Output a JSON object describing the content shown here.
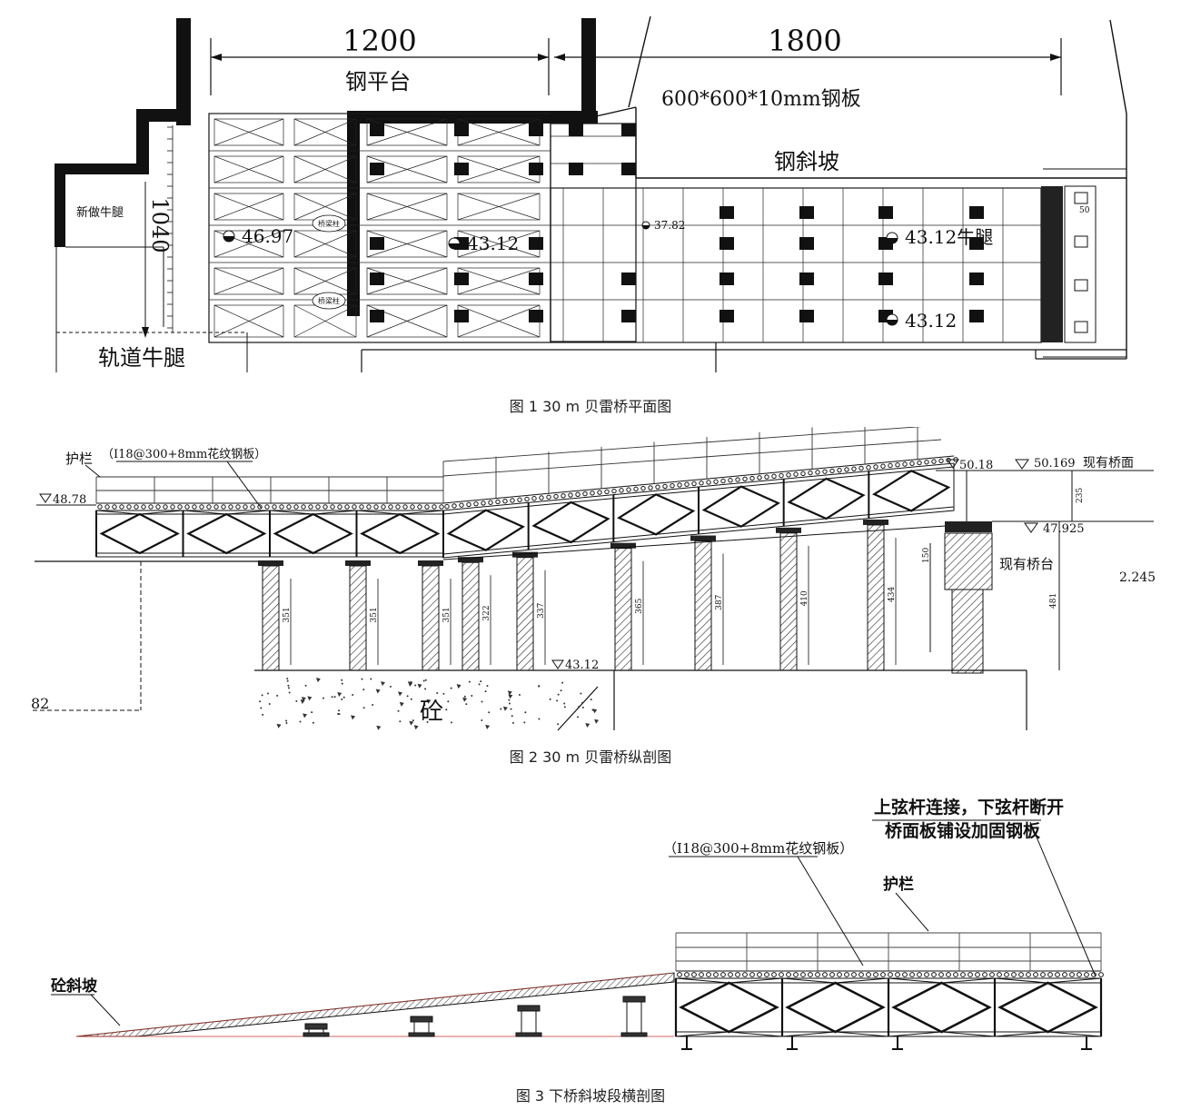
{
  "fig1": {
    "caption": "图 1 30 m 贝雷桥平面图",
    "dim_left": "1200",
    "dim_right": "1800",
    "label_platform": "钢平台",
    "label_plate": "600*600*10mm钢板",
    "label_slope": "钢斜坡",
    "label_new_corbel": "新做牛腿",
    "label_vertical_dim": "1040",
    "label_track_corbel": "轨道牛腿",
    "elev_1": "46.97",
    "elev_2": "43.12",
    "elev_3": "37.82",
    "elev_4": "43.12牛腿",
    "elev_5": "43.12",
    "pier_tag": "桥梁柱",
    "small_50": "50"
  },
  "fig2": {
    "caption": "图 2 30 m 贝雷桥纵剖图",
    "guardrail": "护栏",
    "deck_note": "（I18@300+8mm花纹钢板）",
    "elev_left": "48.78",
    "elev_top": "50.18",
    "elev_bridge": "50.169",
    "label_existing_deck": "现有桥面",
    "elev_abutment": "47.925",
    "label_existing_abutment": "现有桥台",
    "dim_right": "2.245",
    "dim_235": "235",
    "dim_150": "150",
    "dim_481": "481",
    "ground_elev": "43.12",
    "concrete": "砼",
    "left_num": "82",
    "pier_heights": [
      "351",
      "351",
      "351",
      "322",
      "337",
      "365",
      "387",
      "410",
      "434"
    ]
  },
  "fig3": {
    "caption": "图 3 下桥斜坡段横剖图",
    "note_line1": "上弦杆连接，下弦杆断开",
    "note_line2": "桥面板铺设加固钢板",
    "deck_note": "（I18@300+8mm花纹钢板）",
    "guardrail": "护栏",
    "concrete_slope": "砼斜坡"
  }
}
